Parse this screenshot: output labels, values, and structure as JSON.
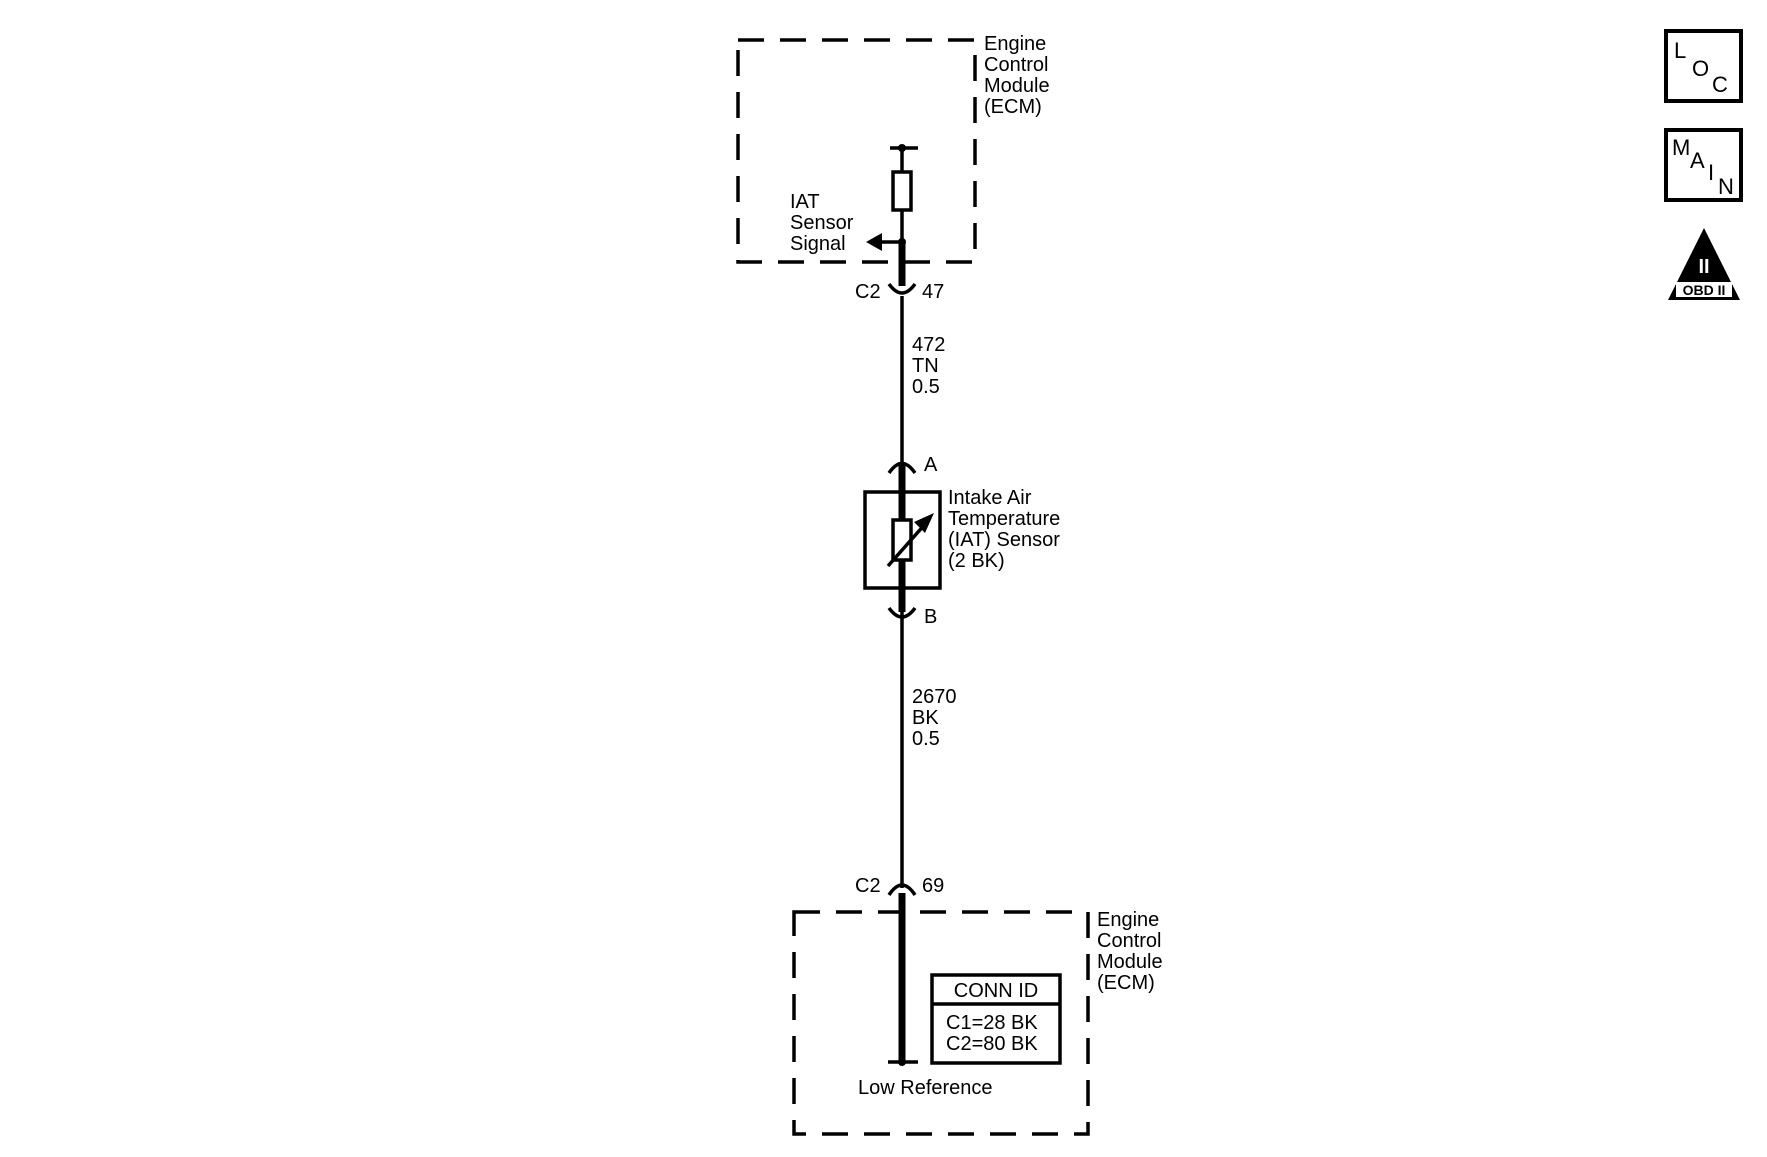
{
  "ecm_top": {
    "label_lines": [
      "Engine",
      "Control",
      "Module",
      "(ECM)"
    ],
    "signal_label_lines": [
      "IAT",
      "Sensor",
      "Signal"
    ]
  },
  "connector_top": {
    "name": "C2",
    "pin": "47"
  },
  "wire_top": {
    "circuit": "472",
    "color": "TN",
    "gauge": "0.5"
  },
  "sensor": {
    "pin_a": "A",
    "pin_b": "B",
    "label_lines": [
      "Intake Air",
      "Temperature",
      "(IAT) Sensor",
      "(2 BK)"
    ]
  },
  "wire_bottom": {
    "circuit": "2670",
    "color": "BK",
    "gauge": "0.5"
  },
  "connector_bottom": {
    "name": "C2",
    "pin": "69"
  },
  "ecm_bottom": {
    "label_lines": [
      "Engine",
      "Control",
      "Module",
      "(ECM)"
    ],
    "reference_label": "Low Reference",
    "conn_id": {
      "header": "CONN ID",
      "lines": [
        "C1=28 BK",
        "C2=80 BK"
      ]
    }
  },
  "side_icons": {
    "loc": [
      "L",
      "O",
      "C"
    ],
    "main": [
      "M",
      "A",
      "I",
      "N"
    ],
    "obd": {
      "numeral": "II",
      "text": "OBD II"
    }
  }
}
